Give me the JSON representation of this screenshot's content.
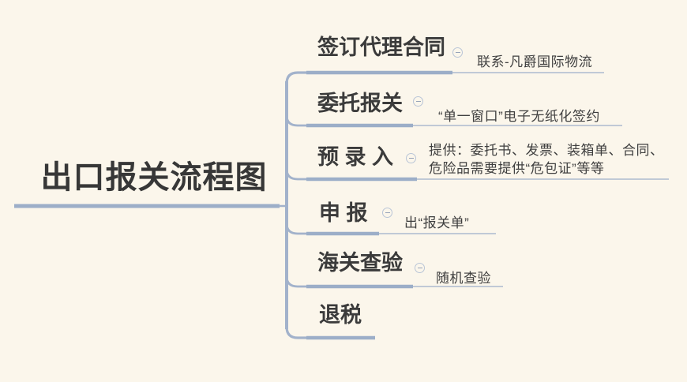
{
  "app": {
    "type": "mindmap-canvas",
    "background_color": "#FBF6EB"
  },
  "palette": {
    "branch_line_thick": "#9CAEC8",
    "branch_line_thin": "#ACBACF",
    "trunk_line": "#A2B2CB",
    "collapse_icon_border": "#B9C5D7",
    "collapse_icon_minus": "#97A3B9",
    "topic_text": "#3B3B3B",
    "root_text": "#373737"
  },
  "root": {
    "title": "出口报关流程图"
  },
  "branches": [
    {
      "topic": "签订代理合同",
      "collapse_icon": "minus-circle-icon",
      "note": "联系-凡爵国际物流"
    },
    {
      "topic": "委托报关",
      "collapse_icon": "minus-circle-icon",
      "note": "“单一窗口”电子无纸化签约"
    },
    {
      "topic": "预 录 入",
      "collapse_icon": "minus-circle-icon",
      "note": "提供：委托书、发票、装箱单、合同、危险品需要提供“危包证”等等"
    },
    {
      "topic": "申 报",
      "collapse_icon": "minus-circle-icon",
      "note": "出“报关单”"
    },
    {
      "topic": "海关查验",
      "collapse_icon": "minus-circle-icon",
      "note": "随机查验"
    },
    {
      "topic": "退税",
      "collapse_icon": null,
      "note": null
    }
  ]
}
